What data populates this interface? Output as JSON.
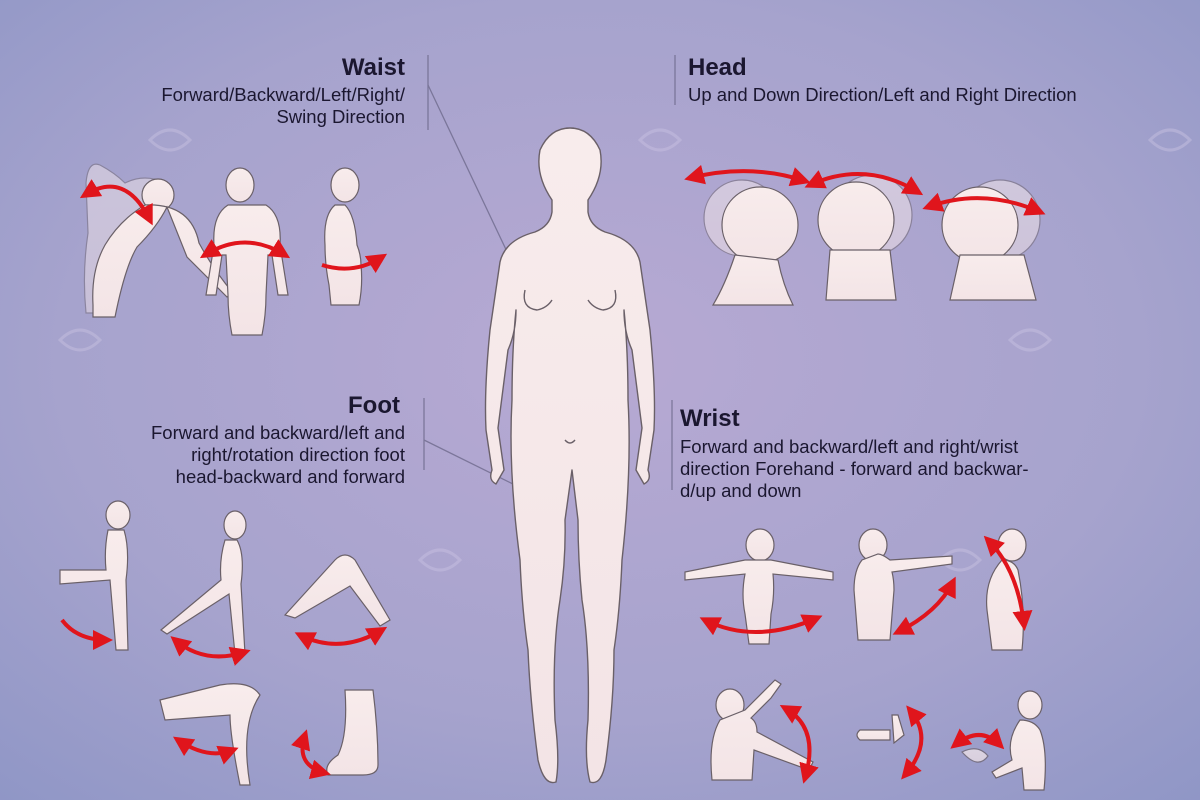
{
  "waist": {
    "title": "Waist",
    "lines": [
      "Forward/Backward/Left/Right/",
      "Swing Direction"
    ]
  },
  "head": {
    "title": "Head",
    "lines": [
      "Up and Down Direction/Left and Right Direction"
    ]
  },
  "foot": {
    "title": "Foot",
    "lines": [
      "Forward and backward/left and",
      "right/rotation direction foot",
      "head-backward and forward"
    ]
  },
  "wrist": {
    "title": "Wrist",
    "lines": [
      "Forward and backward/left and right/wrist",
      "direction Forehand - forward and backwar-",
      "d/up and down"
    ]
  },
  "colors": {
    "background": "#a7a2cc",
    "figure": "#f8ecec",
    "figure_outline": "#6a6068",
    "arrow": "#e0151c",
    "text": "#1b1730"
  }
}
